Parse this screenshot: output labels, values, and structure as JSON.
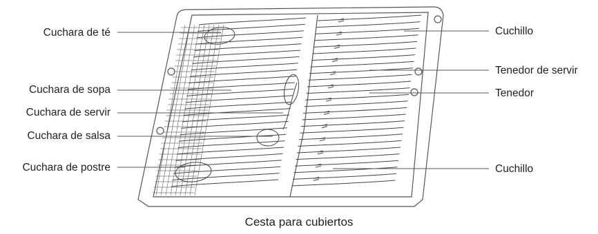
{
  "diagram": {
    "caption": "Cesta para cubiertos",
    "labels_left": [
      "Cuchara de té",
      "Cuchara de sopa",
      "Cuchara de servir",
      "Cuchara de salsa",
      "Cuchara de postre"
    ],
    "labels_right": [
      "Cuchillo",
      "Tenedor de servir",
      "Tenedor",
      "Cuchillo"
    ],
    "colors": {
      "line": "#555555",
      "text": "#222222",
      "background": "#ffffff"
    }
  }
}
